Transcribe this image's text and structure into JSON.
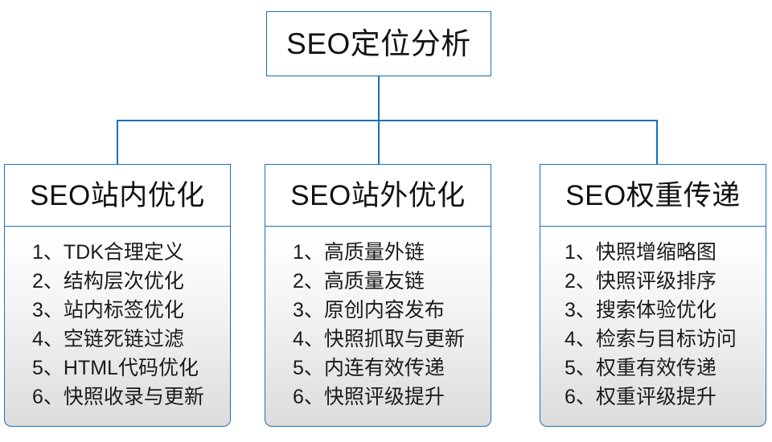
{
  "diagram": {
    "type": "org-chart",
    "root": {
      "title": "SEO定位分析"
    },
    "branches": [
      {
        "id": "seo-onsite",
        "title": "SEO站内优化",
        "items": [
          "1、TDK合理定义",
          "2、结构层次优化",
          "3、站内标签优化",
          "4、空链死链过滤",
          "5、HTML代码优化",
          "6、快照收录与更新"
        ]
      },
      {
        "id": "seo-offsite",
        "title": "SEO站外优化",
        "items": [
          "1、高质量外链",
          "2、高质量友链",
          "3、原创内容发布",
          "4、快照抓取与更新",
          "5、内连有效传递",
          "6、快照评级提升"
        ]
      },
      {
        "id": "seo-weight",
        "title": "SEO权重传递",
        "items": [
          "1、快照增缩略图",
          "2、快照评级排序",
          "3、搜索体验优化",
          "4、检索与目标访问",
          "5、权重有效传递",
          "6、权重评级提升"
        ]
      }
    ]
  },
  "colors": {
    "border": "#1f6eb5",
    "connector": "#1271ba",
    "box_fill": "#ffffff",
    "list_fill_top": "#ffffff",
    "list_fill_bottom": "#dcdcdc",
    "text": "#131313",
    "background": "#ffffff"
  }
}
